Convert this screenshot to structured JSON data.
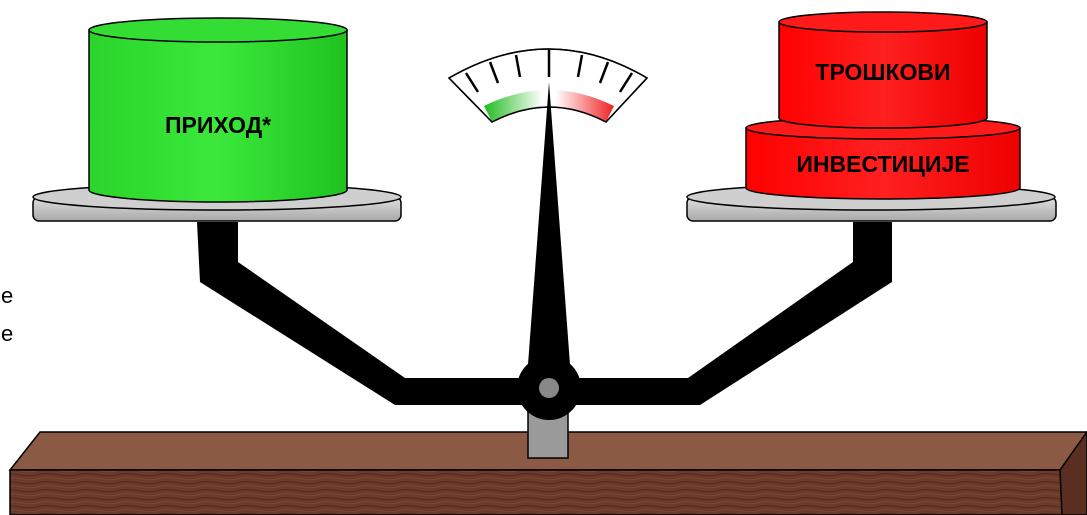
{
  "left_pan": {
    "label": "ПРИХОД*",
    "color": "#22dd22"
  },
  "right_pan": {
    "top_label": "ТРОШКОВИ",
    "bottom_label": "ИНВЕСТИЦИЈЕ",
    "color": "#ff0000"
  },
  "side_text": {
    "line1": "e",
    "line2": "e"
  },
  "colors": {
    "beam": "#000000",
    "plate": "#c8c8c8",
    "base_wood": "#6b3a2a",
    "gauge_good": "#22bb22",
    "gauge_bad": "#ee2222"
  }
}
